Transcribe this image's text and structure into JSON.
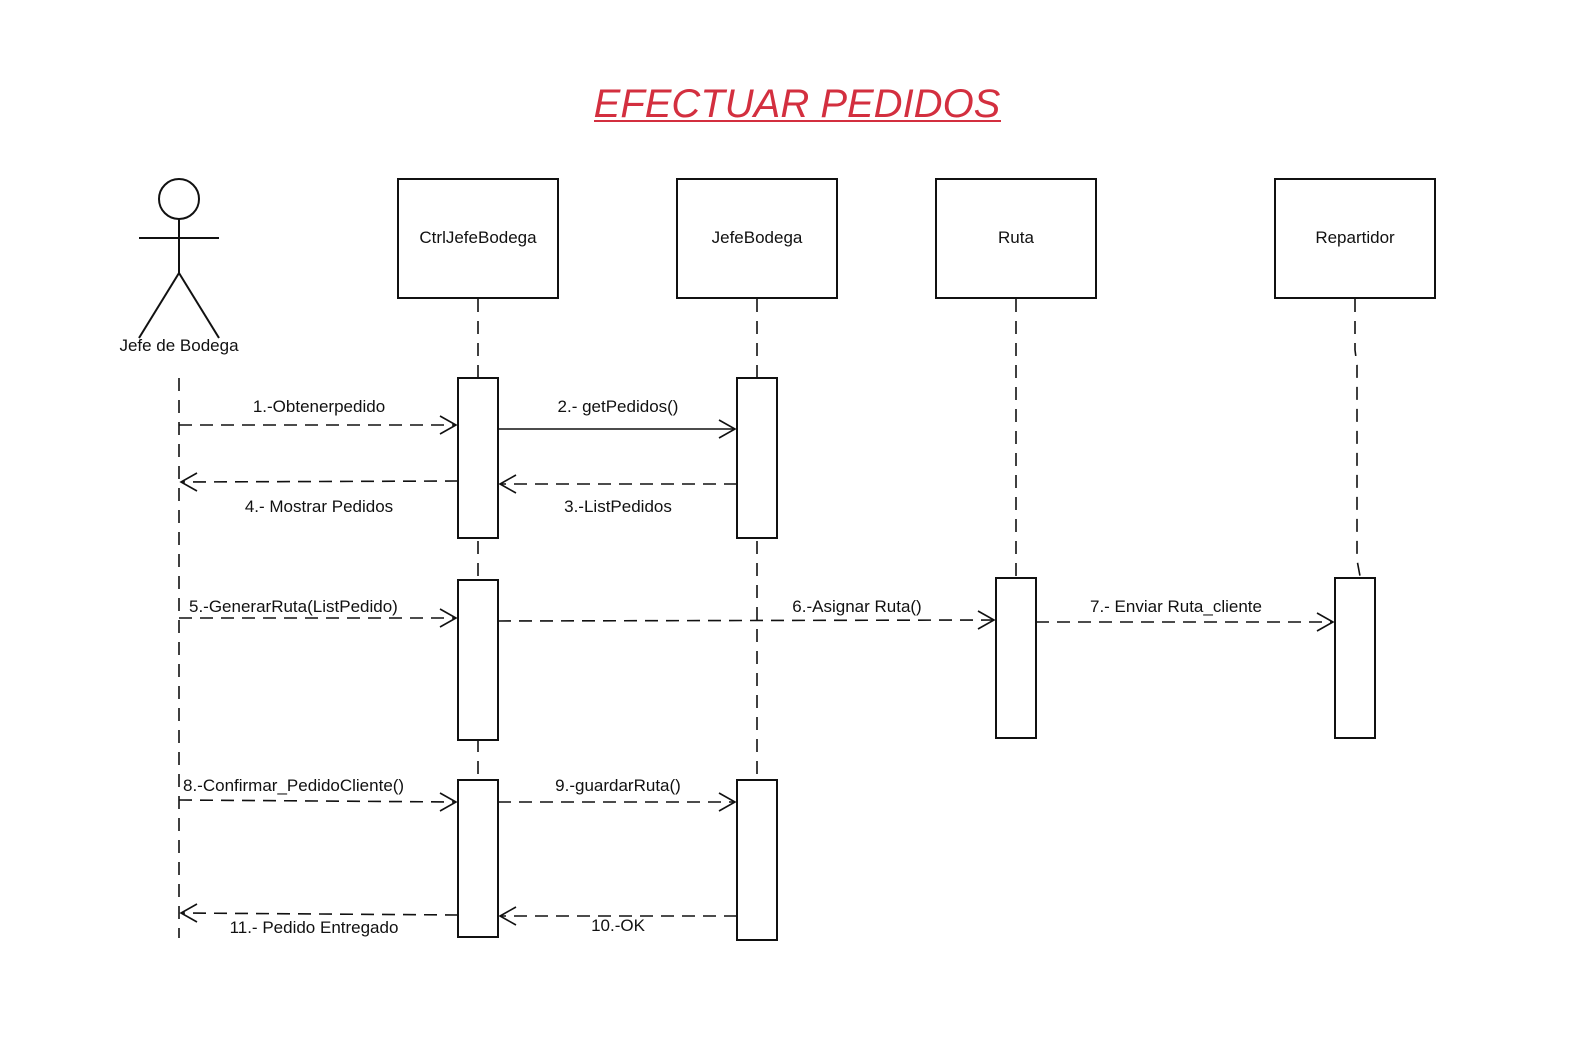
{
  "title": "EFECTUAR PEDIDOS",
  "colors": {
    "title": "#d32f3f",
    "line": "#111111"
  },
  "actor": {
    "name": "Jefe de Bodega"
  },
  "objects": [
    "CtrlJefeBodega",
    "JefeBodega",
    "Ruta",
    "Repartidor"
  ],
  "messages": [
    {
      "label": "1.-Obtenerpedido",
      "from": "Jefe de Bodega",
      "to": "CtrlJefeBodega",
      "style": "dashed"
    },
    {
      "label": "2.- getPedidos()",
      "from": "CtrlJefeBodega",
      "to": "JefeBodega",
      "style": "solid"
    },
    {
      "label": "3.-ListPedidos",
      "from": "JefeBodega",
      "to": "CtrlJefeBodega",
      "style": "dashed"
    },
    {
      "label": "4.- Mostrar Pedidos",
      "from": "CtrlJefeBodega",
      "to": "Jefe de Bodega",
      "style": "dashed"
    },
    {
      "label": "5.-GenerarRuta(ListPedido)",
      "from": "Jefe de Bodega",
      "to": "CtrlJefeBodega",
      "style": "dashed"
    },
    {
      "label": "6.-Asignar Ruta()",
      "from": "CtrlJefeBodega",
      "to": "Ruta",
      "style": "dashed"
    },
    {
      "label": "7.- Enviar Ruta_cliente",
      "from": "Ruta",
      "to": "Repartidor",
      "style": "dashed"
    },
    {
      "label": "8.-Confirmar_PedidoCliente()",
      "from": "Jefe de Bodega",
      "to": "CtrlJefeBodega",
      "style": "dashed"
    },
    {
      "label": "9.-guardarRuta()",
      "from": "CtrlJefeBodega",
      "to": "JefeBodega",
      "style": "dashed"
    },
    {
      "label": "10.-OK",
      "from": "JefeBodega",
      "to": "CtrlJefeBodega",
      "style": "dashed"
    },
    {
      "label": "11.- Pedido Entregado",
      "from": "CtrlJefeBodega",
      "to": "Jefe de Bodega",
      "style": "dashed"
    }
  ]
}
